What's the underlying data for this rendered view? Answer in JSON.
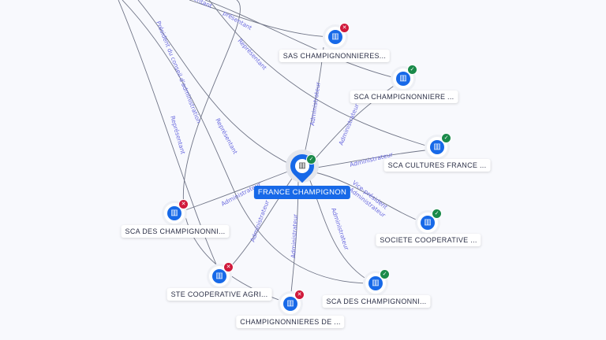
{
  "center": {
    "label": "FRANCE CHAMPIGNON",
    "status": "ok"
  },
  "nodes": [
    {
      "label": "SAS CHAMPIGNONNIERES...",
      "status": "bad"
    },
    {
      "label": "SCA CHAMPIGNONNIERE ...",
      "status": "ok"
    },
    {
      "label": "SCA CULTURES FRANCE ...",
      "status": "ok"
    },
    {
      "label": "SOCIETE COOPERATIVE ...",
      "status": "ok"
    },
    {
      "label": "SCA DES CHAMPIGNONNI...",
      "status": "ok"
    },
    {
      "label": "CHAMPIGNONNIERES DE ...",
      "status": "bad"
    },
    {
      "label": "STE COOPERATIVE AGRI...",
      "status": "bad"
    },
    {
      "label": "SCA DES CHAMPIGNONNI...",
      "status": "bad"
    }
  ],
  "edge_labels": {
    "administrateur": "Administrateur",
    "representant": "Représentant",
    "representant_partial": "présentant",
    "representant_top": "entant",
    "president": "Président du conseil d'administration",
    "vice_president": "Vice-président",
    "vice_admin": "Administrateur"
  },
  "icons": {
    "ok": "✓",
    "bad": "✕",
    "building": "▥"
  }
}
